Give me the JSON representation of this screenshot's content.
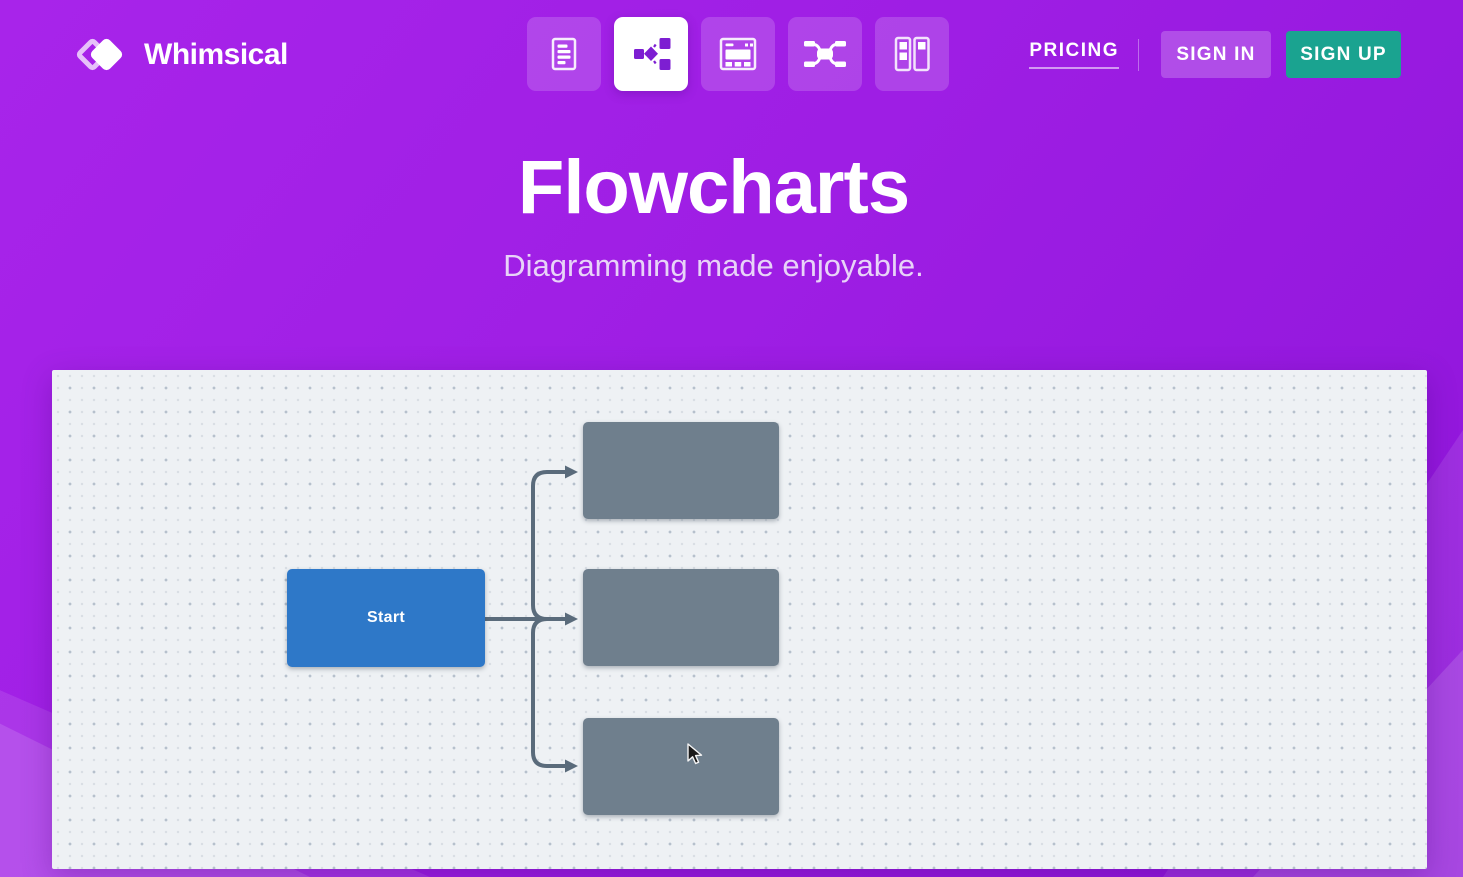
{
  "header": {
    "brand": "Whimsical",
    "tools": [
      {
        "name": "documents",
        "icon": "document-icon",
        "selected": false
      },
      {
        "name": "flowcharts",
        "icon": "flowchart-icon",
        "selected": true
      },
      {
        "name": "wireframes",
        "icon": "wireframe-icon",
        "selected": false
      },
      {
        "name": "mind-maps",
        "icon": "mindmap-icon",
        "selected": false
      },
      {
        "name": "sticky-notes",
        "icon": "sticky-notes-icon",
        "selected": false
      }
    ],
    "pricing_label": "PRICING",
    "sign_in_label": "SIGN IN",
    "sign_up_label": "SIGN UP"
  },
  "hero": {
    "title": "Flowcharts",
    "subtitle": "Diagramming made enjoyable."
  },
  "canvas": {
    "nodes": [
      {
        "id": "start",
        "label": "Start",
        "color": "#2e78c8"
      },
      {
        "id": "branch-top",
        "label": "",
        "color": "#6f7f8d"
      },
      {
        "id": "branch-middle",
        "label": "",
        "color": "#6f7f8d"
      },
      {
        "id": "branch-bottom",
        "label": "",
        "color": "#6f7f8d"
      }
    ],
    "connector_color": "#5a6b7b"
  },
  "colors": {
    "background_top": "#a824ea",
    "background_bottom": "#8f15da",
    "accent_signup": "#1aa390",
    "canvas_background": "#eef1f4",
    "node_blue": "#2e78c8",
    "node_gray": "#6f7f8d",
    "connector": "#5a6b7b"
  }
}
